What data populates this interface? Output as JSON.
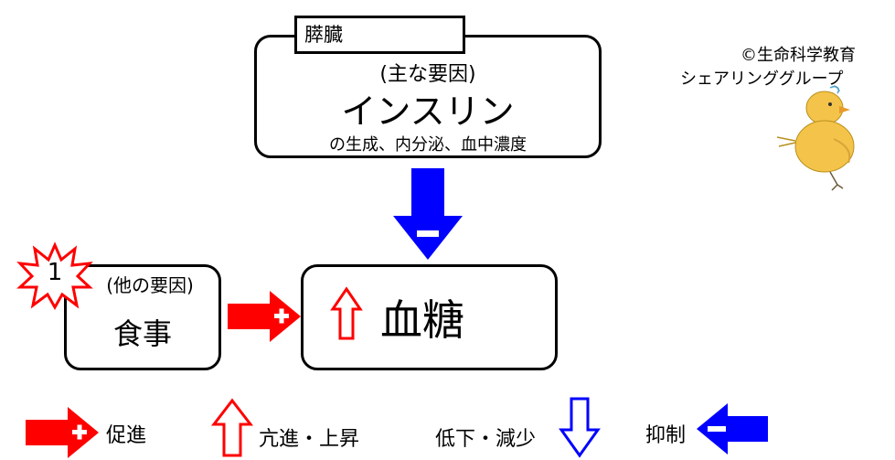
{
  "pancreas": {
    "tag": "膵臓",
    "sub_label": "(主な要因)",
    "title": "インスリン",
    "detail": "の生成、内分泌、血中濃度"
  },
  "food": {
    "badge_number": "1",
    "sub_label": "(他の要因)",
    "title": "食事"
  },
  "blood_sugar": {
    "title": "血糖"
  },
  "signs": {
    "plus": "+",
    "minus": "−"
  },
  "copyright": {
    "line1": "©生命科学教育",
    "line2": "シェアリンググループ"
  },
  "legend": {
    "promote": "促進",
    "increase": "亢進・上昇",
    "decrease": "低下・減少",
    "inhibit": "抑制"
  },
  "colors": {
    "red": "#ff0000",
    "blue": "#0000ff",
    "chick": "#f4c34a"
  }
}
